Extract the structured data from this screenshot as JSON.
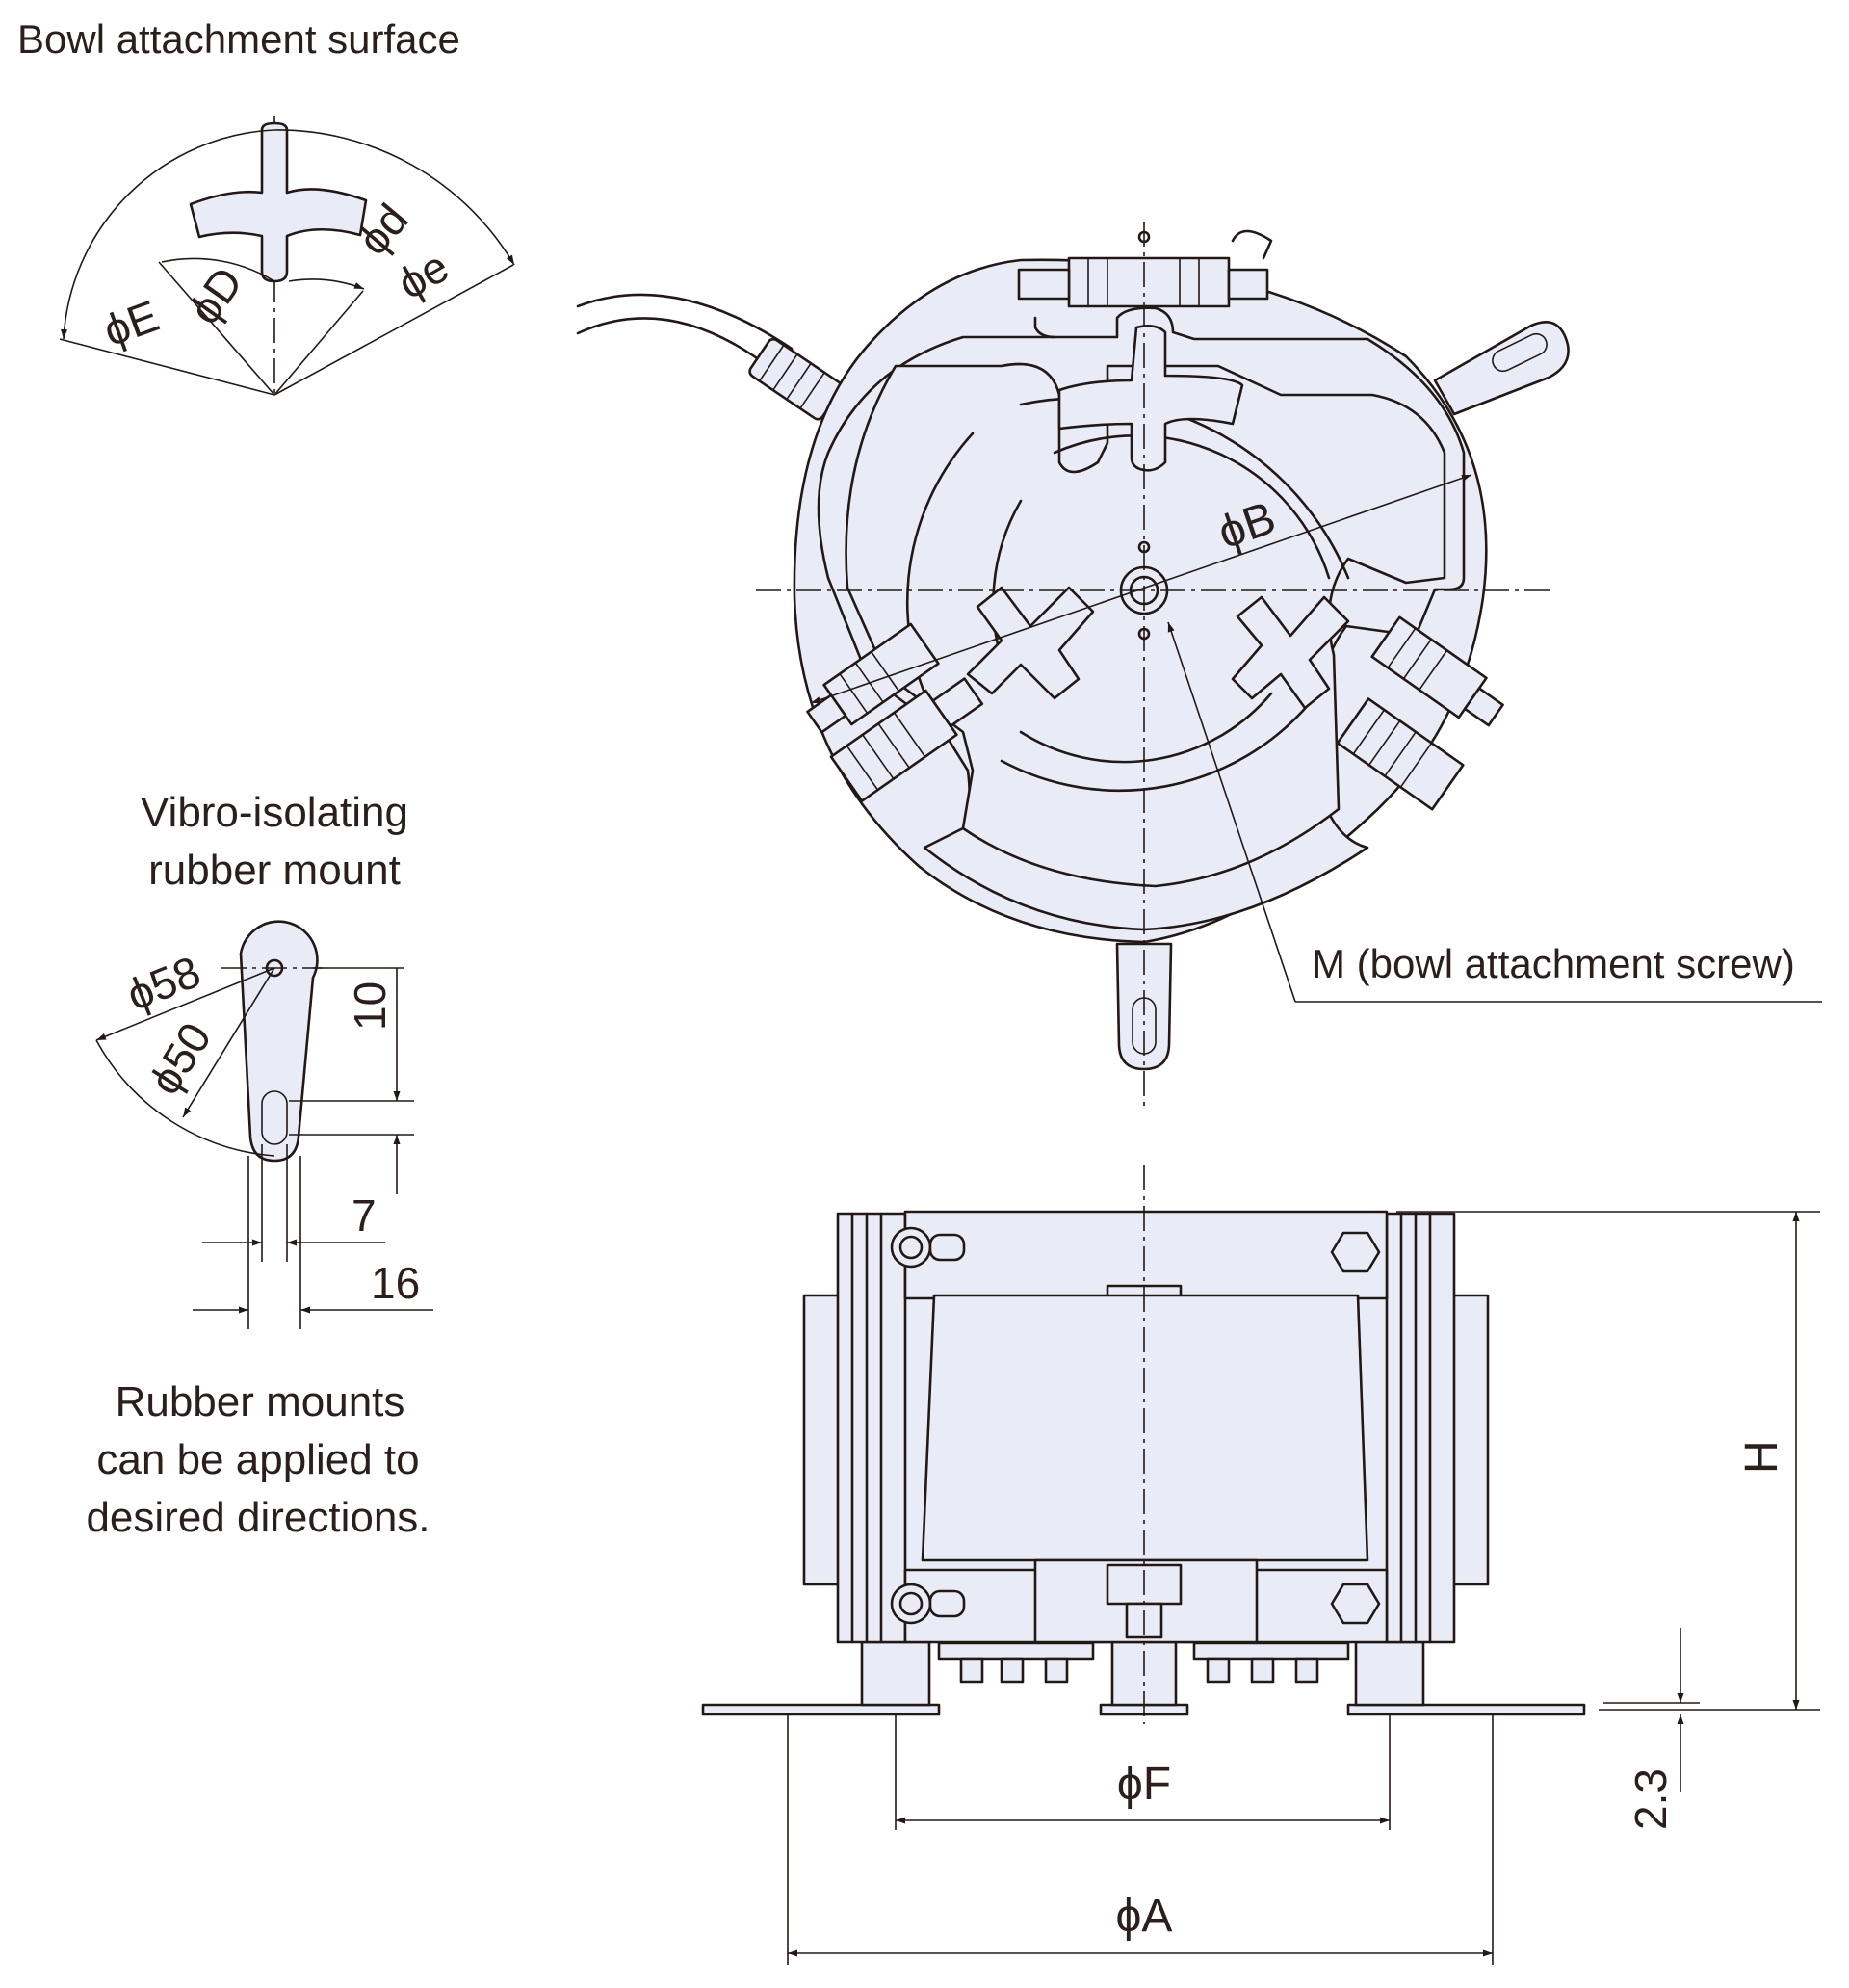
{
  "colors": {
    "line": "#231815",
    "fill": "#e9ecf7",
    "text": "#2a1f1c"
  },
  "surface_view": {
    "title": "Bowl attachment surface",
    "labels": {
      "E": "ϕE",
      "D": "ϕD",
      "d": "ϕd",
      "e": "ϕe"
    }
  },
  "top_view": {
    "labels": {
      "B": "ϕB",
      "M": "M (bowl attachment screw)"
    }
  },
  "mount_view": {
    "title_line1": "Vibro-isolating",
    "title_line2": "rubber mount",
    "labels": {
      "d58": "ϕ58",
      "d50": "ϕ50",
      "dim10": "10",
      "dim7": "7",
      "dim16": "16"
    },
    "note_line1": "Rubber mounts",
    "note_line2": "can be applied to",
    "note_line3": "desired directions."
  },
  "side_view": {
    "labels": {
      "F": "ϕF",
      "A": "ϕA",
      "H": "H",
      "h23": "2.3"
    }
  }
}
